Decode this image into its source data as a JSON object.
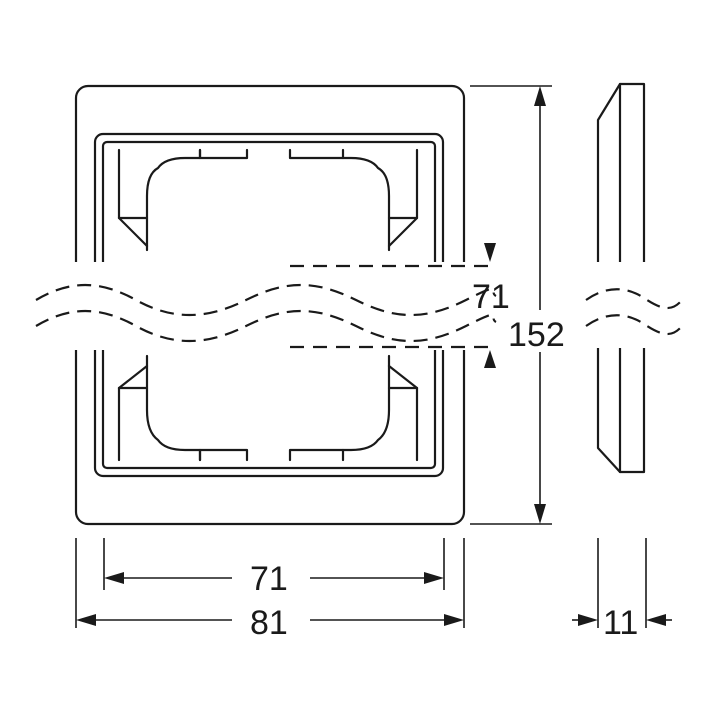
{
  "dimensions": {
    "height_total": "152",
    "height_inner": "71",
    "width_inner": "71",
    "width_total": "81",
    "depth": "11"
  }
}
